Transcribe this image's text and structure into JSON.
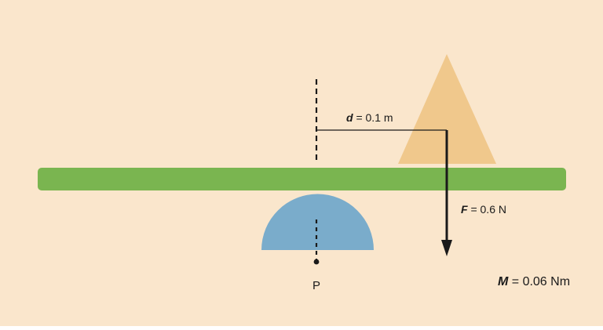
{
  "colors": {
    "background": "#fae6cc",
    "beam": "#7ab550",
    "pivot": "#7aaccb",
    "weight": "#f0c88c",
    "ink": "#1a1a1a"
  },
  "labels": {
    "distance": {
      "symbol": "d",
      "value": " = 0.1 m"
    },
    "force": {
      "symbol": "F",
      "value": " = 0.6 N"
    },
    "moment": {
      "symbol": "M",
      "value": " = 0.06 Nm"
    },
    "pivot_point": "P"
  }
}
